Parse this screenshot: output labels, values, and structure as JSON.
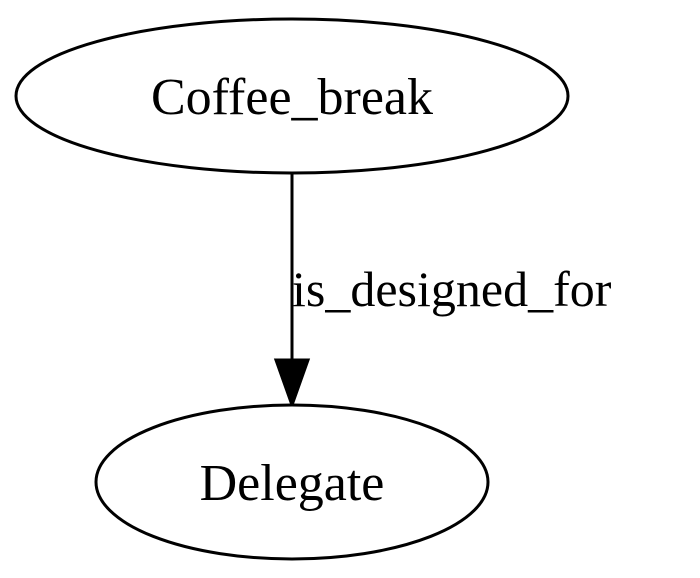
{
  "diagram": {
    "nodes": [
      {
        "id": "coffee_break",
        "label": "Coffee_break"
      },
      {
        "id": "delegate",
        "label": "Delegate"
      }
    ],
    "edges": [
      {
        "from": "coffee_break",
        "to": "delegate",
        "label": "is_designed_for"
      }
    ]
  }
}
